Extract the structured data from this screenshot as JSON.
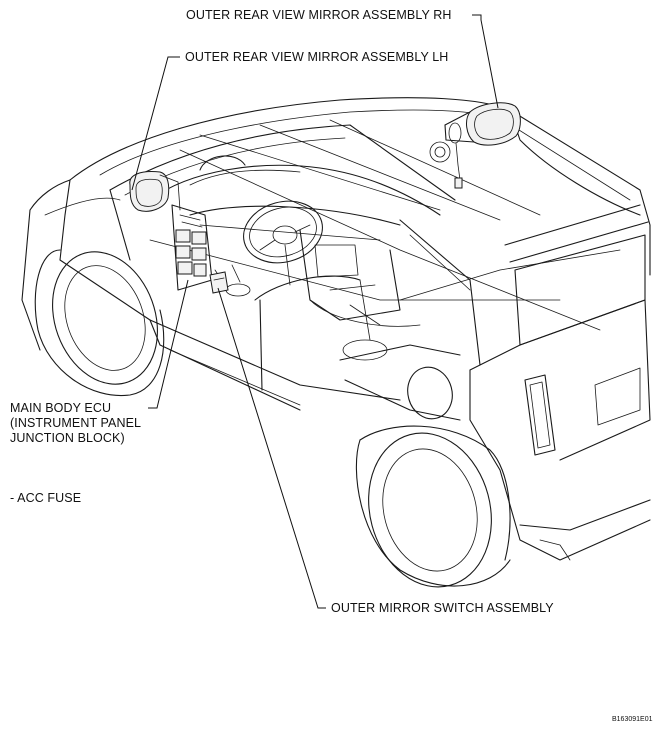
{
  "labels": {
    "mirror_rh": "OUTER REAR VIEW MIRROR ASSEMBLY RH",
    "mirror_lh": "OUTER REAR VIEW MIRROR ASSEMBLY LH",
    "ecu_line1": "MAIN BODY ECU",
    "ecu_line2": "(INSTRUMENT PANEL",
    "ecu_line3": "JUNCTION BLOCK)",
    "acc_fuse": "- ACC FUSE",
    "mirror_switch": "OUTER MIRROR SWITCH ASSEMBLY"
  },
  "figure_code": "B163091E01"
}
